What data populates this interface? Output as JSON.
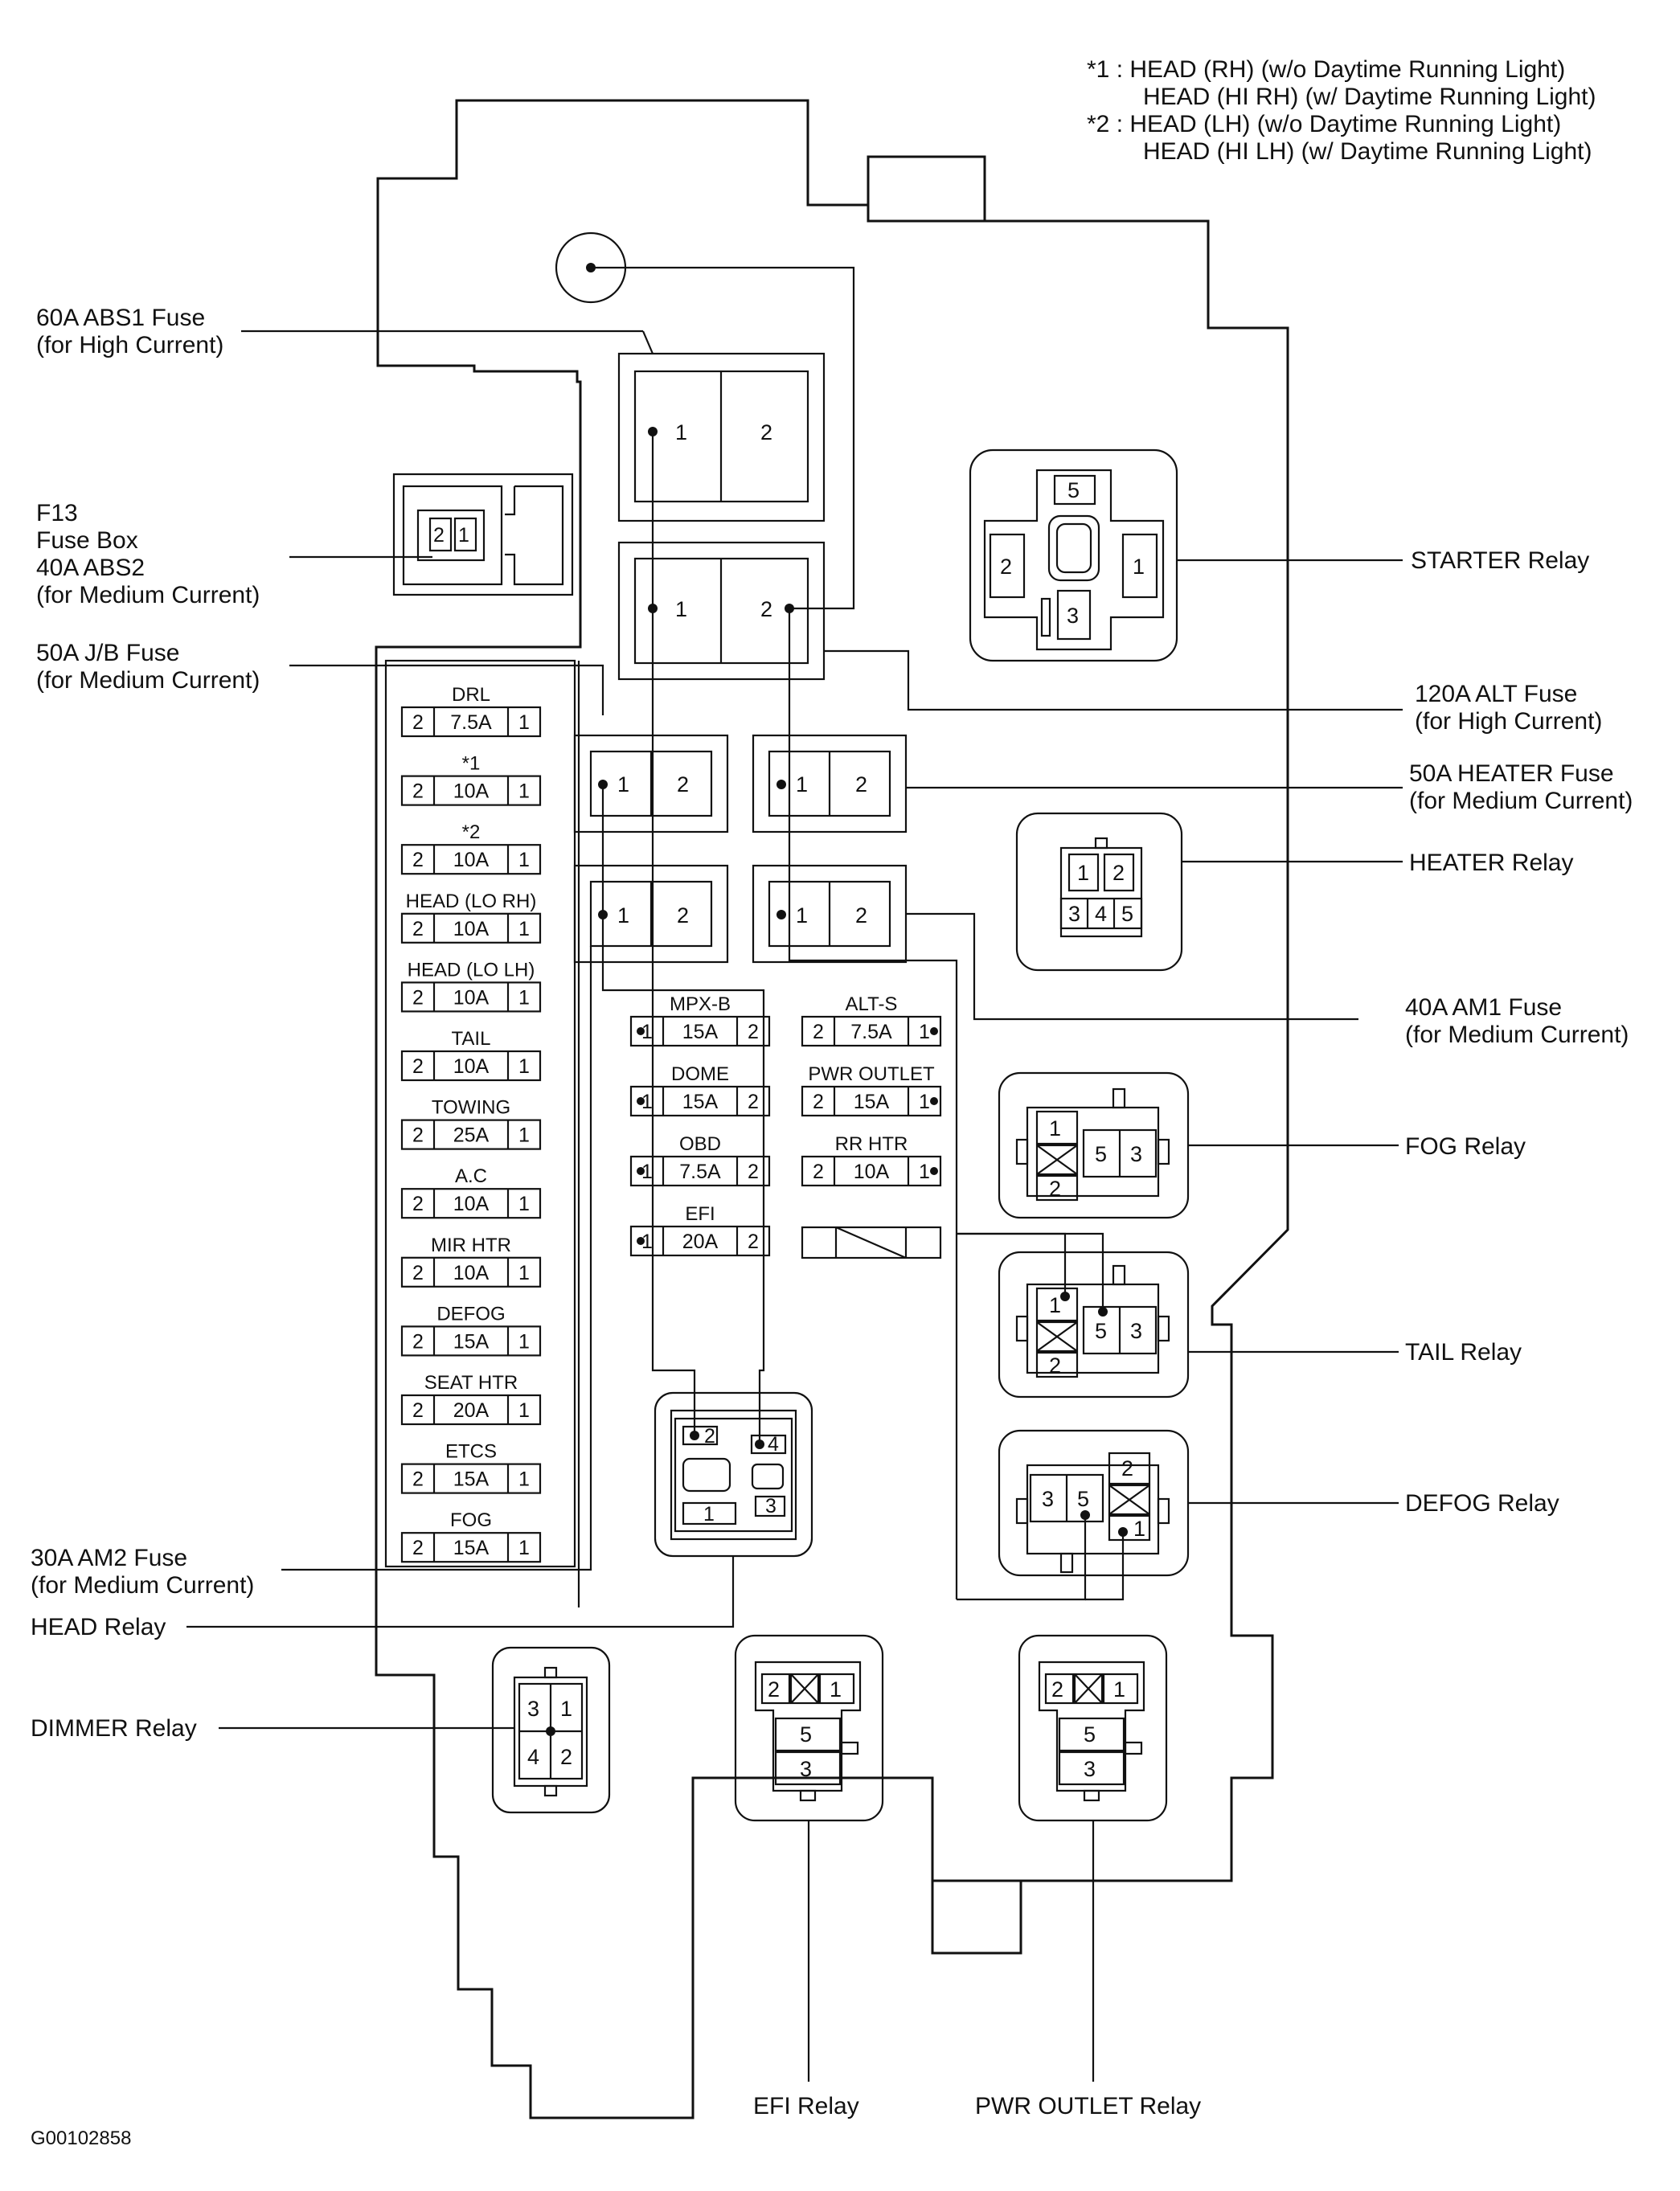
{
  "notes": {
    "n1a": "*1 :  HEAD (RH) (w/o Daytime Running Light)",
    "n1b": "HEAD (HI RH) (w/ Daytime Running Light)",
    "n2a": "*2 :  HEAD (LH) (w/o Daytime Running Light)",
    "n2b": "HEAD (HI LH) (w/ Daytime Running Light)"
  },
  "labels_left": {
    "abs1_a": "60A ABS1 Fuse",
    "abs1_b": "(for High Current)",
    "f13_a": "F13",
    "f13_b": "Fuse Box",
    "f13_c": "40A ABS2",
    "f13_d": "(for Medium Current)",
    "jb_a": "50A J/B Fuse",
    "jb_b": "(for Medium Current)",
    "am2_a": "30A AM2 Fuse",
    "am2_b": "(for Medium Current)",
    "head_relay": "HEAD Relay",
    "dimmer_relay": "DIMMER Relay"
  },
  "labels_right": {
    "starter": "STARTER Relay",
    "alt_a": "120A ALT Fuse",
    "alt_b": "(for High Current)",
    "heater_fuse_a": "50A HEATER Fuse",
    "heater_fuse_b": "(for Medium Current)",
    "heater_relay": "HEATER Relay",
    "am1_a": "40A AM1 Fuse",
    "am1_b": "(for Medium Current)",
    "fog_relay": "FOG Relay",
    "tail_relay": "TAIL Relay",
    "defog_relay": "DEFOG Relay"
  },
  "labels_bottom": {
    "efi_relay": "EFI Relay",
    "pwr_outlet_relay": "PWR OUTLET Relay",
    "code": "G00102858"
  },
  "left_fuses": [
    {
      "name": "DRL",
      "amp": "7.5A"
    },
    {
      "name": "*1",
      "amp": "10A"
    },
    {
      "name": "*2",
      "amp": "10A"
    },
    {
      "name": "HEAD (LO RH)",
      "amp": "10A"
    },
    {
      "name": "HEAD (LO LH)",
      "amp": "10A"
    },
    {
      "name": "TAIL",
      "amp": "10A"
    },
    {
      "name": "TOWING",
      "amp": "25A"
    },
    {
      "name": "A.C",
      "amp": "10A"
    },
    {
      "name": "MIR HTR",
      "amp": "10A"
    },
    {
      "name": "DEFOG",
      "amp": "15A"
    },
    {
      "name": "SEAT HTR",
      "amp": "20A"
    },
    {
      "name": "ETCS",
      "amp": "15A"
    },
    {
      "name": "FOG",
      "amp": "15A"
    }
  ],
  "mid_fuses": [
    {
      "name": "MPX-B",
      "amp": "15A"
    },
    {
      "name": "DOME",
      "amp": "15A"
    },
    {
      "name": "OBD",
      "amp": "7.5A"
    },
    {
      "name": "EFI",
      "amp": "20A"
    }
  ],
  "right_fuses": [
    {
      "name": "ALT-S",
      "amp": "7.5A"
    },
    {
      "name": "PWR OUTLET",
      "amp": "15A"
    },
    {
      "name": "RR HTR",
      "amp": "10A"
    }
  ],
  "terminals": {
    "t1": "1",
    "t2": "2",
    "t3": "3",
    "t4": "4",
    "t5": "5"
  }
}
